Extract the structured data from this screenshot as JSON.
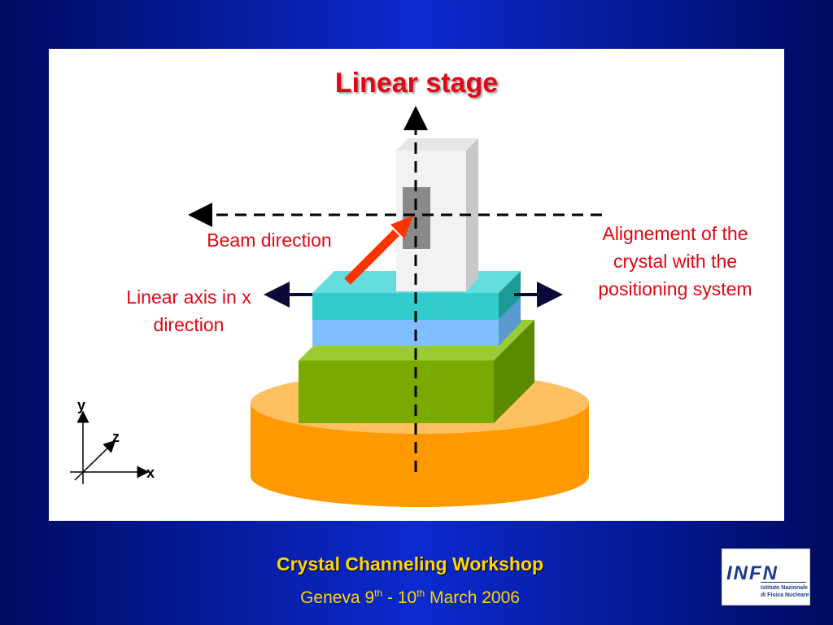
{
  "title": "Linear stage",
  "labels": {
    "beam_direction": "Beam direction",
    "linear_axis_line1": "Linear axis in x",
    "linear_axis_line2": "direction",
    "alignment_line1": "Alignement of the",
    "alignment_line2": "crystal with the",
    "alignment_line3": "positioning system"
  },
  "axes": {
    "y": "y",
    "z": "z",
    "x": "x"
  },
  "footer": {
    "title": "Crystal Channeling Workshop",
    "sub_prefix": "Geneva 9",
    "sup1": "th",
    "sub_mid": " - 10",
    "sup2": "th",
    "sub_suffix": "  March 2006"
  },
  "logo": {
    "mark": "INFN",
    "line1": "Istituto Nazionale",
    "line2": "di Fisica Nucleare"
  },
  "colors": {
    "title_red": "#e30613",
    "footer_yellow": "#ffd700",
    "base_orange": "#ff9900",
    "stage_green": "#7aaa00",
    "stage_blue": "#80bfff",
    "stage_cyan": "#33cccc",
    "beam_arrow": "#ff3300"
  }
}
